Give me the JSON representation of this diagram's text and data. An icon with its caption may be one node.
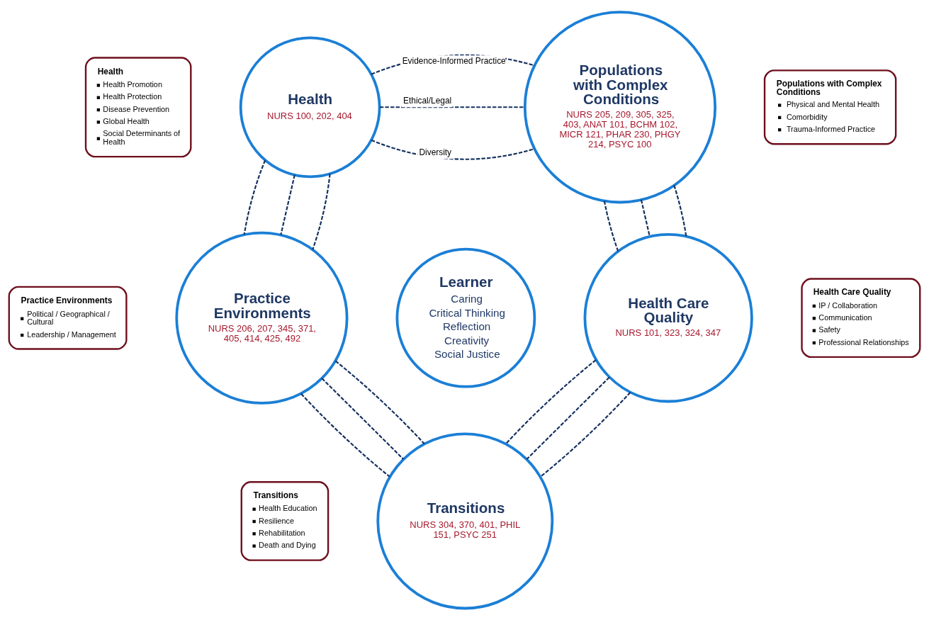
{
  "diagram": {
    "nodes": [
      {
        "text": [
          "Health",
          "Health Promotion",
          "Health Protection",
          "Disease Prevention",
          "Global Health",
          "Social Determinants of Health"
        ]
      },
      {
        "text": [
          "Health",
          "NURS 100, 202, 404"
        ]
      },
      {
        "text": [
          "Populations with Complex Conditions",
          "NURS 205, 209, 305, 325, 403, ANAT 101, BCHM 102, MICR 121, PHAR 230, PHGY 214, PSYC 100"
        ]
      },
      {
        "text": [
          "Populations with Complex Conditions",
          "Physical and Mental Health",
          "Comorbidity",
          "Trauma-Informed Practice"
        ]
      },
      {
        "text": [
          "Practice Environments",
          "Political / Geographical / Cultural",
          "Leadership / Management"
        ]
      },
      {
        "text": [
          "Practice Environments",
          "NURS 206, 207, 345, 371, 405, 414, 425, 492"
        ]
      },
      {
        "text": [
          "Learner",
          "Caring",
          "Critical Thinking",
          "Reflection",
          "Creativity",
          "Social Justice"
        ]
      },
      {
        "text": [
          "Health Care Quality",
          "NURS 101, 323, 324, 347"
        ]
      },
      {
        "text": [
          "Health Care Quality",
          "IP / Collaboration",
          "Communication",
          "Safety",
          "Professional Relationships"
        ]
      },
      {
        "text": [
          "Transitions",
          "NURS 304, 370, 401, PHIL 151, PSYC 251"
        ]
      },
      {
        "text": [
          "Transitions",
          "Health Education",
          "Resilience",
          "Rehabilitation",
          "Death and Dying"
        ]
      }
    ],
    "edges": [
      {
        "from": 1,
        "to": 2,
        "arrow": "none",
        "style": "dashed",
        "label": "Diversity"
      },
      {
        "from": 1,
        "to": 2,
        "arrow": "none",
        "style": "dashed",
        "label": "Ethical/Legal"
      },
      {
        "from": 1,
        "to": 2,
        "arrow": "none",
        "style": "dashed",
        "label": "Evidence-Informed Practice"
      },
      {
        "from": 2,
        "to": 7,
        "arrow": "none",
        "style": "dashed"
      },
      {
        "from": 2,
        "to": 7,
        "arrow": "none",
        "style": "dashed"
      },
      {
        "from": 2,
        "to": 7,
        "arrow": "none",
        "style": "dashed"
      },
      {
        "from": 7,
        "to": 9,
        "arrow": "none",
        "style": "dashed"
      },
      {
        "from": 7,
        "to": 9,
        "arrow": "none",
        "style": "dashed"
      },
      {
        "from": 7,
        "to": 9,
        "arrow": "none",
        "style": "dashed"
      },
      {
        "from": 5,
        "to": 9,
        "arrow": "none",
        "style": "dashed"
      },
      {
        "from": 5,
        "to": 9,
        "arrow": "none",
        "style": "dashed"
      },
      {
        "from": 5,
        "to": 9,
        "arrow": "none",
        "style": "dashed"
      },
      {
        "from": 1,
        "to": 5,
        "arrow": "none",
        "style": "dashed"
      },
      {
        "from": 1,
        "to": 5,
        "arrow": "none",
        "style": "dashed"
      },
      {
        "from": 1,
        "to": 5,
        "arrow": "none",
        "style": "dashed"
      }
    ]
  }
}
